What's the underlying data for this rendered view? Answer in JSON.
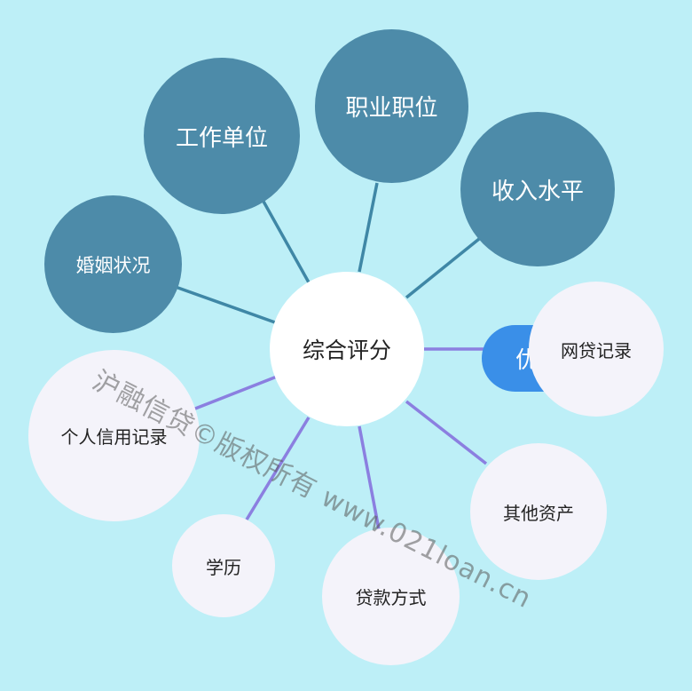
{
  "center": {
    "label": "综合评分"
  },
  "dark_nodes": [
    {
      "label": "工作单位"
    },
    {
      "label": "职业职位"
    },
    {
      "label": "收入水平"
    },
    {
      "label": "婚姻状况"
    }
  ],
  "light_nodes": [
    {
      "label": "网贷记录"
    },
    {
      "label": "个人信用记录"
    },
    {
      "label": "学历"
    },
    {
      "label": "贷款方式"
    },
    {
      "label": "其他资产"
    }
  ],
  "hidden_node": {
    "label": "优"
  },
  "watermark": "沪融信贷©版权所有 www.021loan.cn",
  "colors": {
    "background": "#bdeff7",
    "dark_node": "#4d8ba9",
    "light_node": "#f4f3fa",
    "dark_link": "#3f87a6",
    "light_link": "#8b7fe0",
    "pill": "#3a8fe8"
  }
}
